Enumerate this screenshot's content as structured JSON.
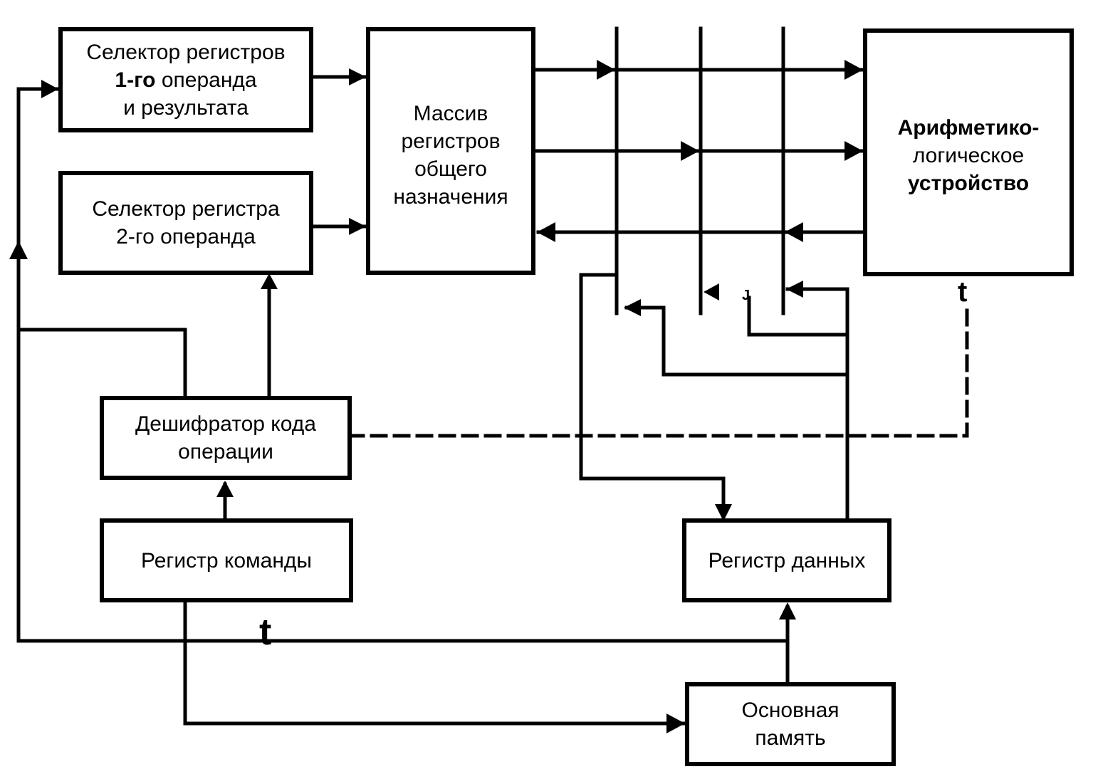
{
  "blocks": {
    "selector_first": {
      "line1": "Селектор регистров",
      "line2_bold": "1-го",
      "line2_rest": " операнда",
      "line3": "и результата"
    },
    "selector_second": {
      "line1": "Селектор регистра",
      "line2": "2-го операнда"
    },
    "register_array": {
      "lines": [
        "Массив",
        "регистров",
        "общего",
        "назначения"
      ]
    },
    "alu": {
      "line1": "Арифметико-",
      "line2": "логическое",
      "line3": "устройство"
    },
    "decoder": {
      "line1": "Дешифратор кода",
      "line2": "операции"
    },
    "instruction_register": {
      "label": "Регистр команды"
    },
    "data_register": {
      "label": "Регистр данных"
    },
    "main_memory": {
      "line1": "Основная",
      "line2": "память"
    }
  },
  "marks": {
    "alu_mark": "t",
    "bus_mark": "t",
    "small_j": "J"
  },
  "colors": {
    "ink": "#000000",
    "paper": "#ffffff"
  }
}
